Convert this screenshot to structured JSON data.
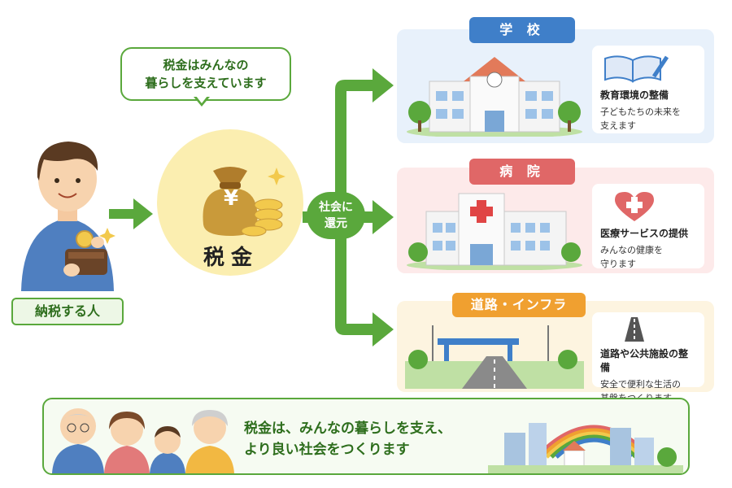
{
  "bubble_text_line1": "税金はみんなの",
  "bubble_text_line2": "暮らしを支えています",
  "taxpayer_label": "納税する人",
  "tax_label": "税金",
  "tax_symbol": "¥",
  "return_label_line1": "社会に",
  "return_label_line2": "還元",
  "panels": [
    {
      "title": "学 校",
      "card_title": "教育環境の整備",
      "card_sub_1": "子どもたちの未来を",
      "card_sub_2": "支えます"
    },
    {
      "title": "病 院",
      "card_title": "医療サービスの提供",
      "card_sub_1": "みんなの健康を",
      "card_sub_2": "守ります"
    },
    {
      "title": "道路・インフラ",
      "card_title": "道路や公共施設の整備",
      "card_sub_1": "安全で便利な生活の",
      "card_sub_2": "基盤をつくります"
    }
  ],
  "bottom_line1": "税金は、みんなの暮らしを支え、",
  "bottom_line2": "より良い社会をつくります",
  "colors": {
    "green": "#5aa83c",
    "blue": "#3f7fc9",
    "pink": "#e06767",
    "orange": "#f0a030",
    "gold": "#c99a3a"
  }
}
